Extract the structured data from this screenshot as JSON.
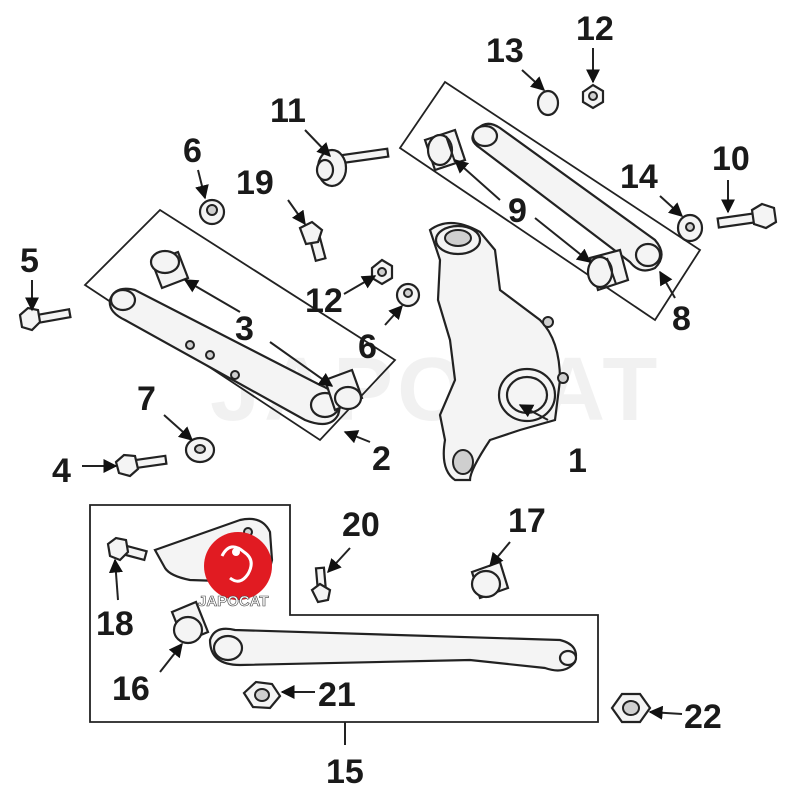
{
  "watermark": "JAPOCAT",
  "logo_text": "JAPOCAT",
  "callouts": [
    "1",
    "2",
    "3",
    "4",
    "5",
    "6",
    "6",
    "7",
    "8",
    "9",
    "10",
    "11",
    "12",
    "12",
    "13",
    "14",
    "15",
    "16",
    "17",
    "18",
    "19",
    "20",
    "21",
    "22"
  ]
}
